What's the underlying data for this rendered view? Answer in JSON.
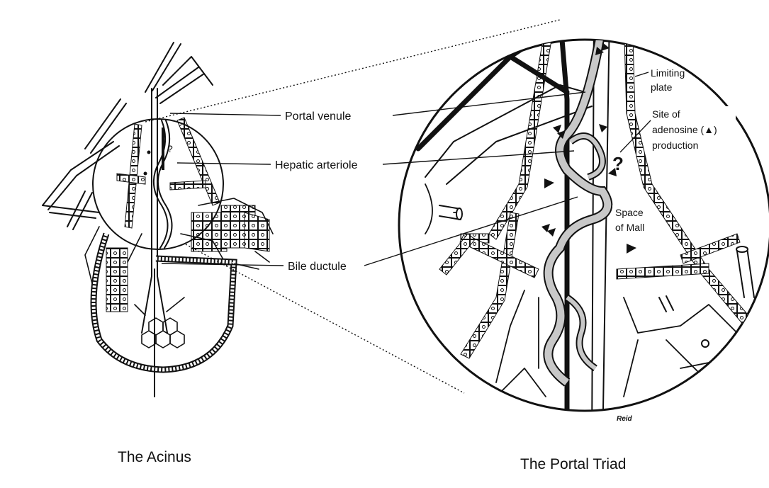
{
  "figure": {
    "left_caption": "The Acinus",
    "right_caption": "The Portal Triad",
    "callouts": {
      "portal_venule": "Portal venule",
      "hepatic_arteriole": "Hepatic arteriole",
      "bile_ductule": "Bile ductule"
    },
    "magnified_labels": {
      "limiting_plate": [
        "Limiting",
        "plate"
      ],
      "adenosine_site": [
        "Site of",
        "adenosine (▲)",
        "production"
      ],
      "space_of_mall": [
        "Space",
        "of Mall"
      ],
      "question_mark": "?",
      "small_question_mark": "?",
      "artist_signature": "Reid"
    }
  },
  "colors": {
    "ink": "#111111",
    "background": "#ffffff",
    "vessel_fill": "#c8c8c8"
  },
  "icons": {
    "adenosine_marker": "filled-triangle",
    "flow_arrow": "double-arrowhead"
  }
}
